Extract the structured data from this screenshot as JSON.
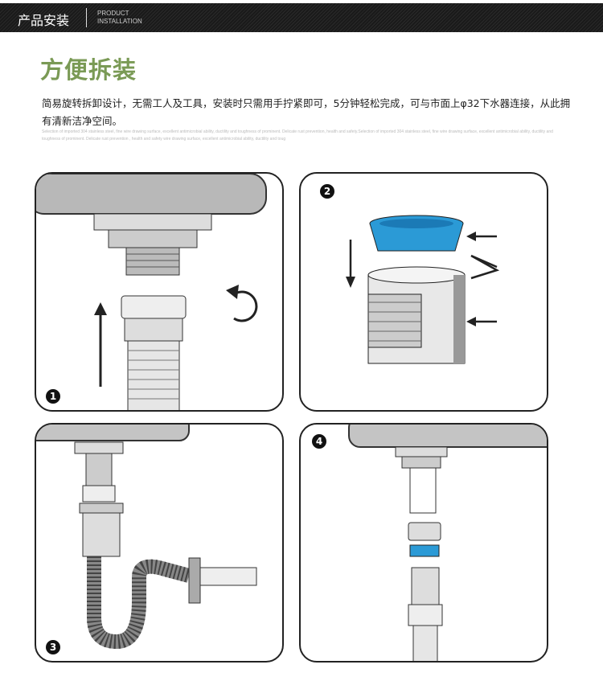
{
  "header": {
    "title_cn": "产品安装",
    "title_en_line1": "PRODUCT",
    "title_en_line2": "INSTALLATION"
  },
  "section": {
    "title": "方便拆装",
    "description": "简易旋转拆卸设计，无需工人及工具，安装时只需用手拧紧即可，5分钟轻松完成，可与市面上φ32下水器连接，从此拥有清新洁净空间。",
    "fine_print": "Selection of imported 304 stainless steel, fine wire drawing surface, excellent antimicrobial ability, ductility and toughness of prominent. Delicate rust prevention, health and safety.Selection of imported 304 stainless steel, fine wire drawing surface, excellent antimicrobial ability, ductility and toughness of prominent. Delicate rust prevention , health and safety wire drawing surface, excellent antimicrobial ability, ductility and toug"
  },
  "steps": [
    {
      "number": "1",
      "icon": "thread-onto-drain"
    },
    {
      "number": "2",
      "icon": "insert-seal-ring"
    },
    {
      "number": "3",
      "icon": "attach-trap-hose"
    },
    {
      "number": "4",
      "icon": "exploded-assembly"
    }
  ],
  "colors": {
    "accent": "#7a9a55",
    "seal_blue": "#2b9ad6"
  }
}
